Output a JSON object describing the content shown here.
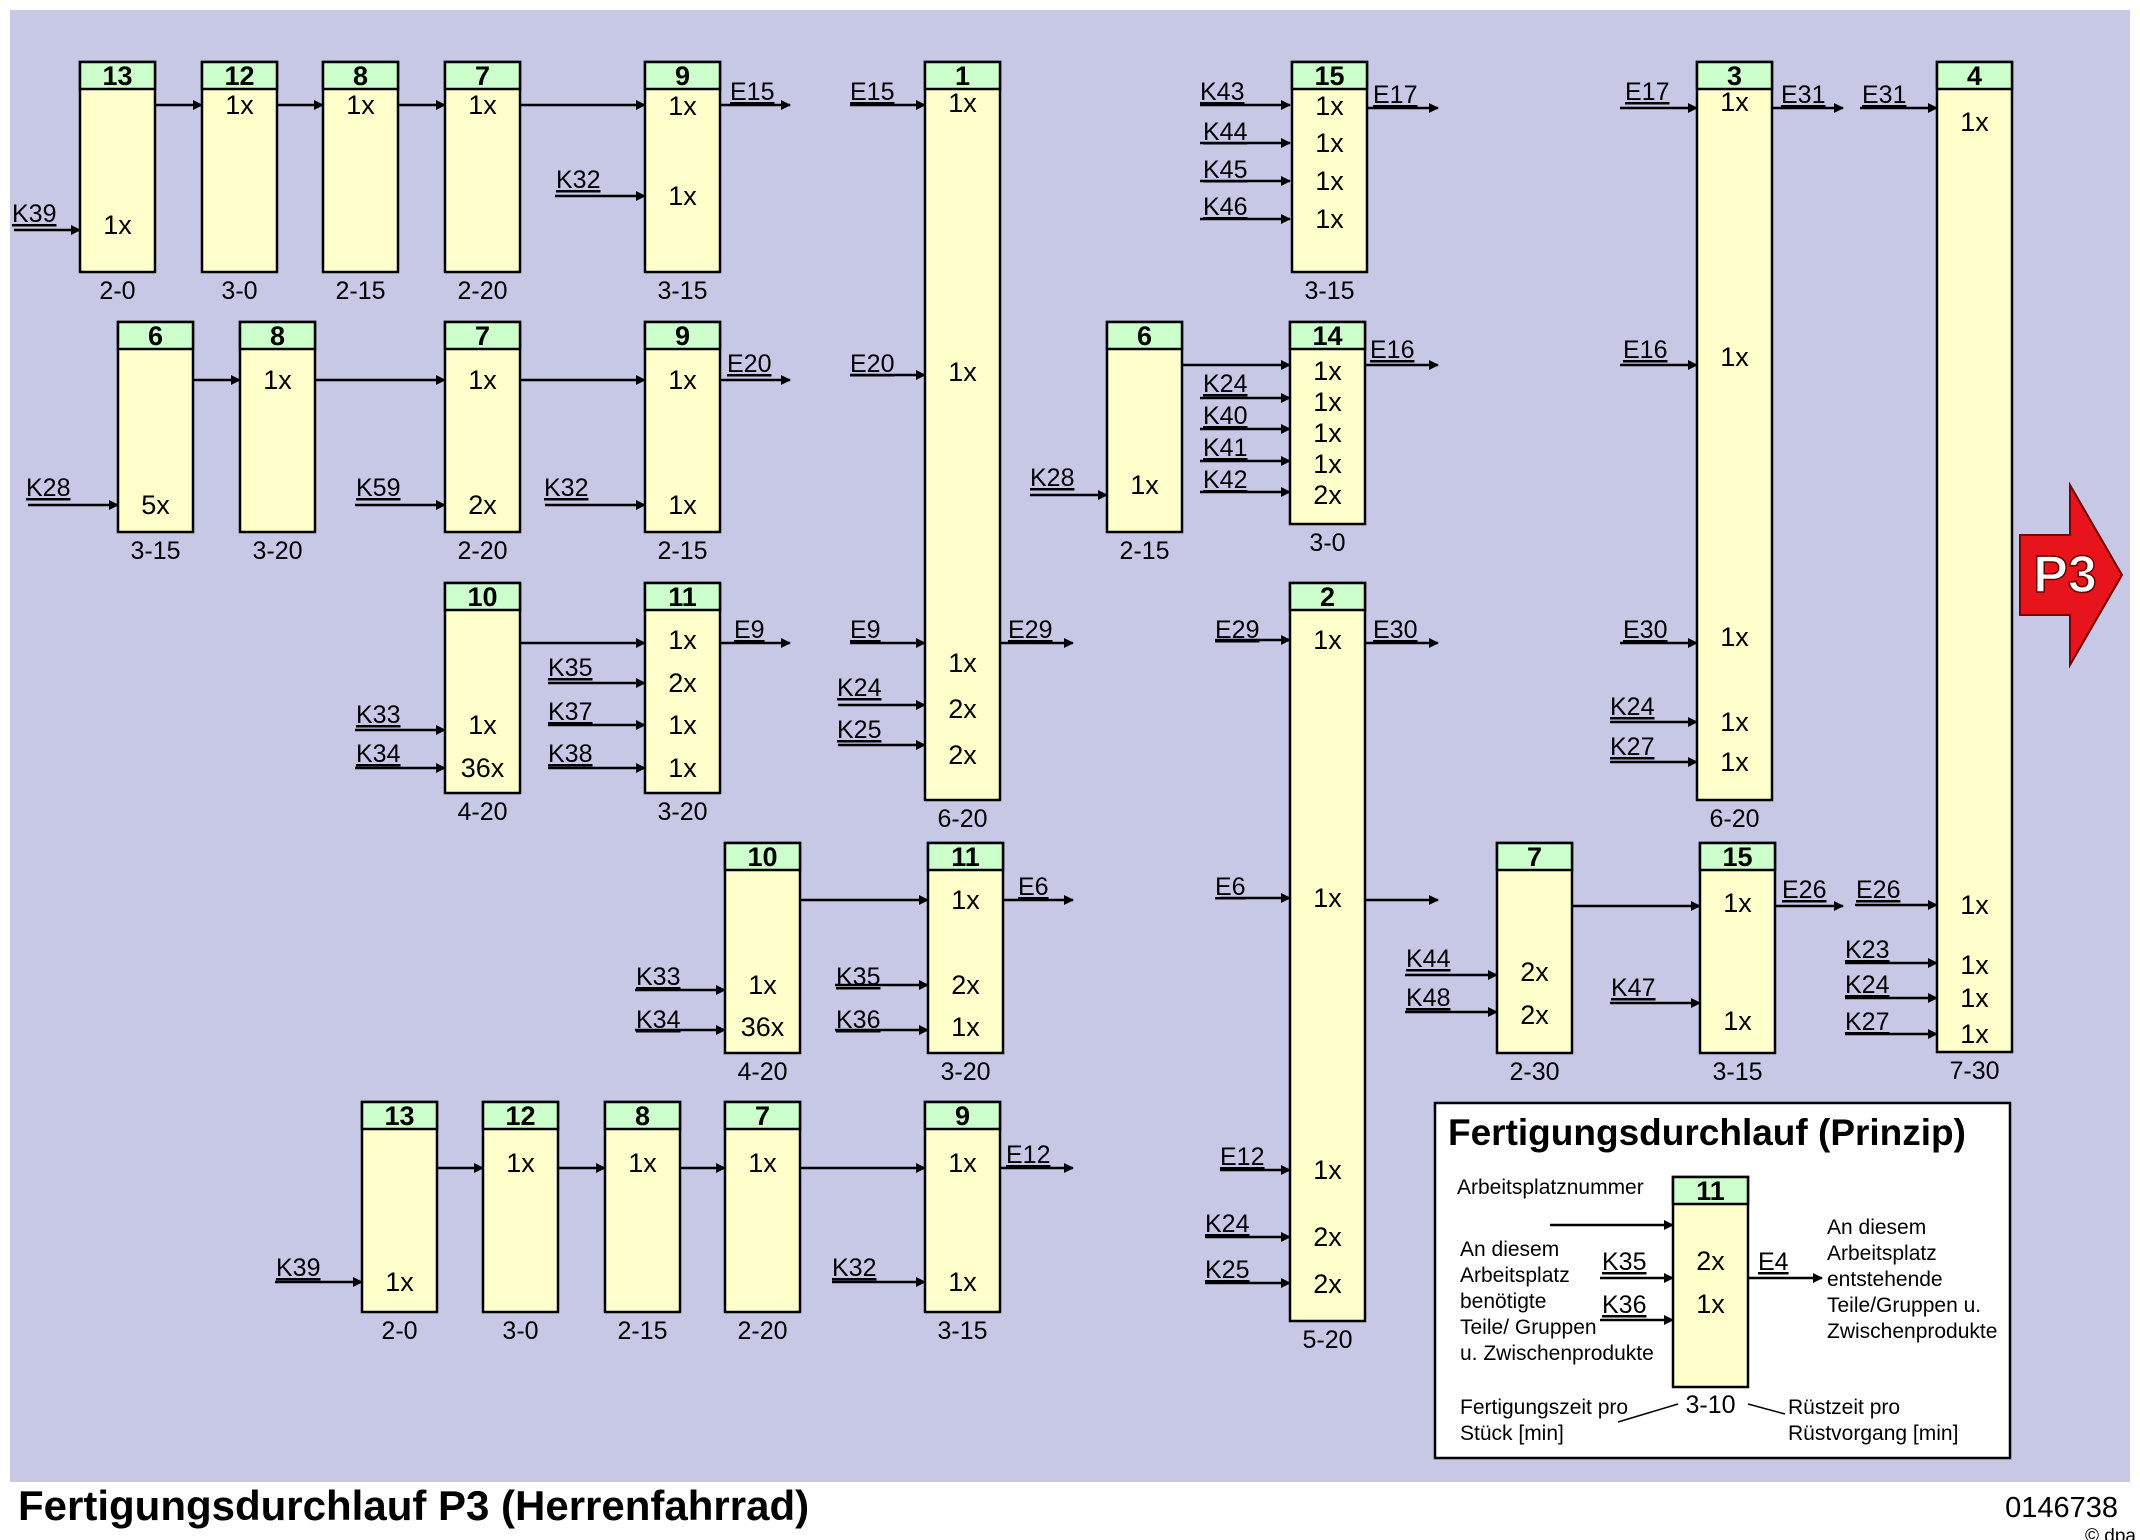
{
  "title": "Fertigungsdurchlauf P3 (Herrenfahrrad)",
  "document_code": "0146738",
  "copyright": "© dpa",
  "product_badge": "P3",
  "colors": {
    "background": "#c7c8e6",
    "box_fill": "#ffffcc",
    "header_fill": "#ccffcc",
    "arrow_fill": "#e8141b"
  },
  "stations": [
    {
      "id": "s1",
      "nr": "13",
      "time": "2-0",
      "rows": [
        "1x"
      ]
    },
    {
      "id": "s2",
      "nr": "12",
      "time": "3-0",
      "rows": [
        "1x"
      ]
    },
    {
      "id": "s3",
      "nr": "8",
      "time": "2-15",
      "rows": [
        "1x"
      ]
    },
    {
      "id": "s4",
      "nr": "7",
      "time": "2-20",
      "rows": [
        "1x"
      ]
    },
    {
      "id": "s5",
      "nr": "9",
      "time": "3-15",
      "rows": [
        "1x",
        "1x"
      ]
    },
    {
      "id": "s6",
      "nr": "6",
      "time": "3-15",
      "rows": [
        "5x"
      ]
    },
    {
      "id": "s7",
      "nr": "8",
      "time": "3-20",
      "rows": [
        "1x"
      ]
    },
    {
      "id": "s8",
      "nr": "7",
      "time": "2-20",
      "rows": [
        "1x",
        "2x"
      ]
    },
    {
      "id": "s9",
      "nr": "9",
      "time": "2-15",
      "rows": [
        "1x",
        "1x"
      ]
    },
    {
      "id": "s10",
      "nr": "10",
      "time": "4-20",
      "rows": [
        "1x",
        "36x"
      ]
    },
    {
      "id": "s11",
      "nr": "11",
      "time": "3-20",
      "rows": [
        "1x",
        "2x",
        "1x",
        "1x"
      ]
    },
    {
      "id": "s12",
      "nr": "10",
      "time": "4-20",
      "rows": [
        "1x",
        "36x"
      ]
    },
    {
      "id": "s13",
      "nr": "11",
      "time": "3-20",
      "rows": [
        "1x",
        "2x",
        "1x"
      ]
    },
    {
      "id": "s14",
      "nr": "13",
      "time": "2-0",
      "rows": [
        "1x"
      ]
    },
    {
      "id": "s15",
      "nr": "12",
      "time": "3-0",
      "rows": [
        "1x"
      ]
    },
    {
      "id": "s16",
      "nr": "8",
      "time": "2-15",
      "rows": [
        "1x"
      ]
    },
    {
      "id": "s17",
      "nr": "7",
      "time": "2-20",
      "rows": [
        "1x"
      ]
    },
    {
      "id": "s18",
      "nr": "9",
      "time": "3-15",
      "rows": [
        "1x",
        "1x"
      ]
    },
    {
      "id": "s19",
      "nr": "1",
      "time": "6-20",
      "rows": [
        "1x",
        "1x",
        "1x",
        "2x",
        "2x"
      ]
    },
    {
      "id": "s20",
      "nr": "15",
      "time": "3-15",
      "rows": [
        "1x",
        "1x",
        "1x",
        "1x"
      ]
    },
    {
      "id": "s21",
      "nr": "6",
      "time": "2-15",
      "rows": [
        "1x"
      ]
    },
    {
      "id": "s22",
      "nr": "14",
      "time": "3-0",
      "rows": [
        "1x",
        "1x",
        "1x",
        "1x",
        "2x"
      ]
    },
    {
      "id": "s23",
      "nr": "2",
      "time": "5-20",
      "rows": [
        "1x",
        "1x",
        "1x",
        "2x",
        "2x"
      ]
    },
    {
      "id": "s24",
      "nr": "3",
      "time": "6-20",
      "rows": [
        "1x",
        "1x",
        "1x",
        "1x",
        "1x"
      ]
    },
    {
      "id": "s25",
      "nr": "7",
      "time": "2-30",
      "rows": [
        "2x",
        "2x"
      ]
    },
    {
      "id": "s26",
      "nr": "15",
      "time": "3-15",
      "rows": [
        "1x",
        "1x"
      ]
    },
    {
      "id": "s27",
      "nr": "4",
      "time": "7-30",
      "rows": [
        "1x",
        "1x",
        "1x",
        "1x",
        "1x"
      ]
    }
  ],
  "labels": [
    "K39",
    "E15",
    "K32",
    "K28",
    "E20",
    "K59",
    "K32",
    "E9",
    "K35",
    "K33",
    "K37",
    "K34",
    "K38",
    "E6",
    "K33",
    "K35",
    "K34",
    "K36",
    "E12",
    "K39",
    "K32",
    "E15",
    "E20",
    "E9",
    "E29",
    "K24",
    "K25",
    "K43",
    "E17",
    "K44",
    "K45",
    "K46",
    "E16",
    "K24",
    "K40",
    "K28",
    "K41",
    "K42",
    "E29",
    "E30",
    "E6",
    "E12",
    "K24",
    "K25",
    "E17",
    "E31",
    "E16",
    "E30",
    "K24",
    "K27",
    "K44",
    "K48",
    "K47",
    "E26",
    "E31",
    "E26",
    "K23",
    "K24",
    "K27"
  ],
  "legend": {
    "title": "Fertigungsdurchlauf (Prinzip)",
    "station_nr": "11",
    "time": "3-10",
    "rows": [
      "2x",
      "1x"
    ],
    "in_labels": [
      "K35",
      "K36"
    ],
    "out_label": "E4",
    "label_station_number": "Arbeitsplatznummer",
    "label_inputs": [
      "An diesem",
      "Arbeitsplatz",
      "benötigte",
      "Teile/ Gruppen",
      "u. Zwischenprodukte"
    ],
    "label_outputs": [
      "An diesem",
      "Arbeitsplatz",
      "entstehende",
      "Teile/Gruppen u.",
      "Zwischenprodukte"
    ],
    "label_time": [
      "Fertigungszeit pro",
      "Stück [min]"
    ],
    "label_setup": [
      "Rüstzeit pro",
      "Rüstvorgang [min]"
    ]
  }
}
